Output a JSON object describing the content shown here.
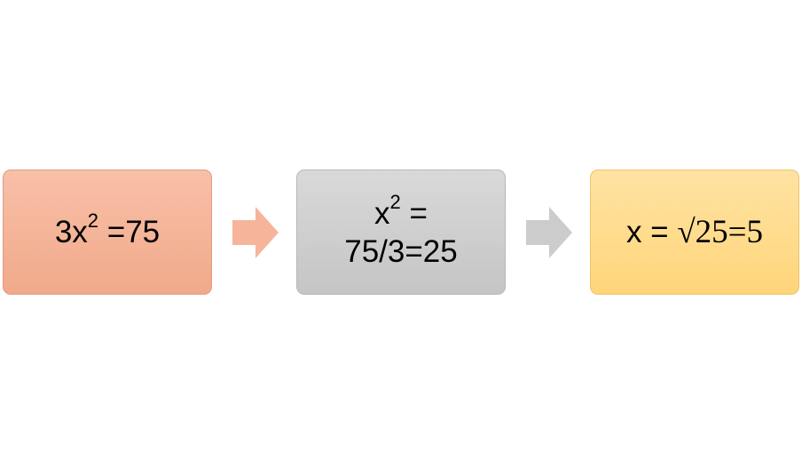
{
  "steps": [
    {
      "base": "3x",
      "exp": "2",
      "rest": " =75"
    },
    {
      "line1_base": "x",
      "line1_exp": "2",
      "line1_rest": " =",
      "line2": "75/3=25"
    },
    {
      "prefix": "x = ",
      "root_expr": "√25=5"
    }
  ],
  "colors": {
    "step1_fill": "#f4b09a",
    "step2_fill": "#cfcfcf",
    "step3_fill": "#ffdc8e",
    "arrow1": "#f6b59a",
    "arrow2": "#cccccc"
  },
  "icons": {
    "arrow1": "right-arrow-icon",
    "arrow2": "right-arrow-icon"
  }
}
